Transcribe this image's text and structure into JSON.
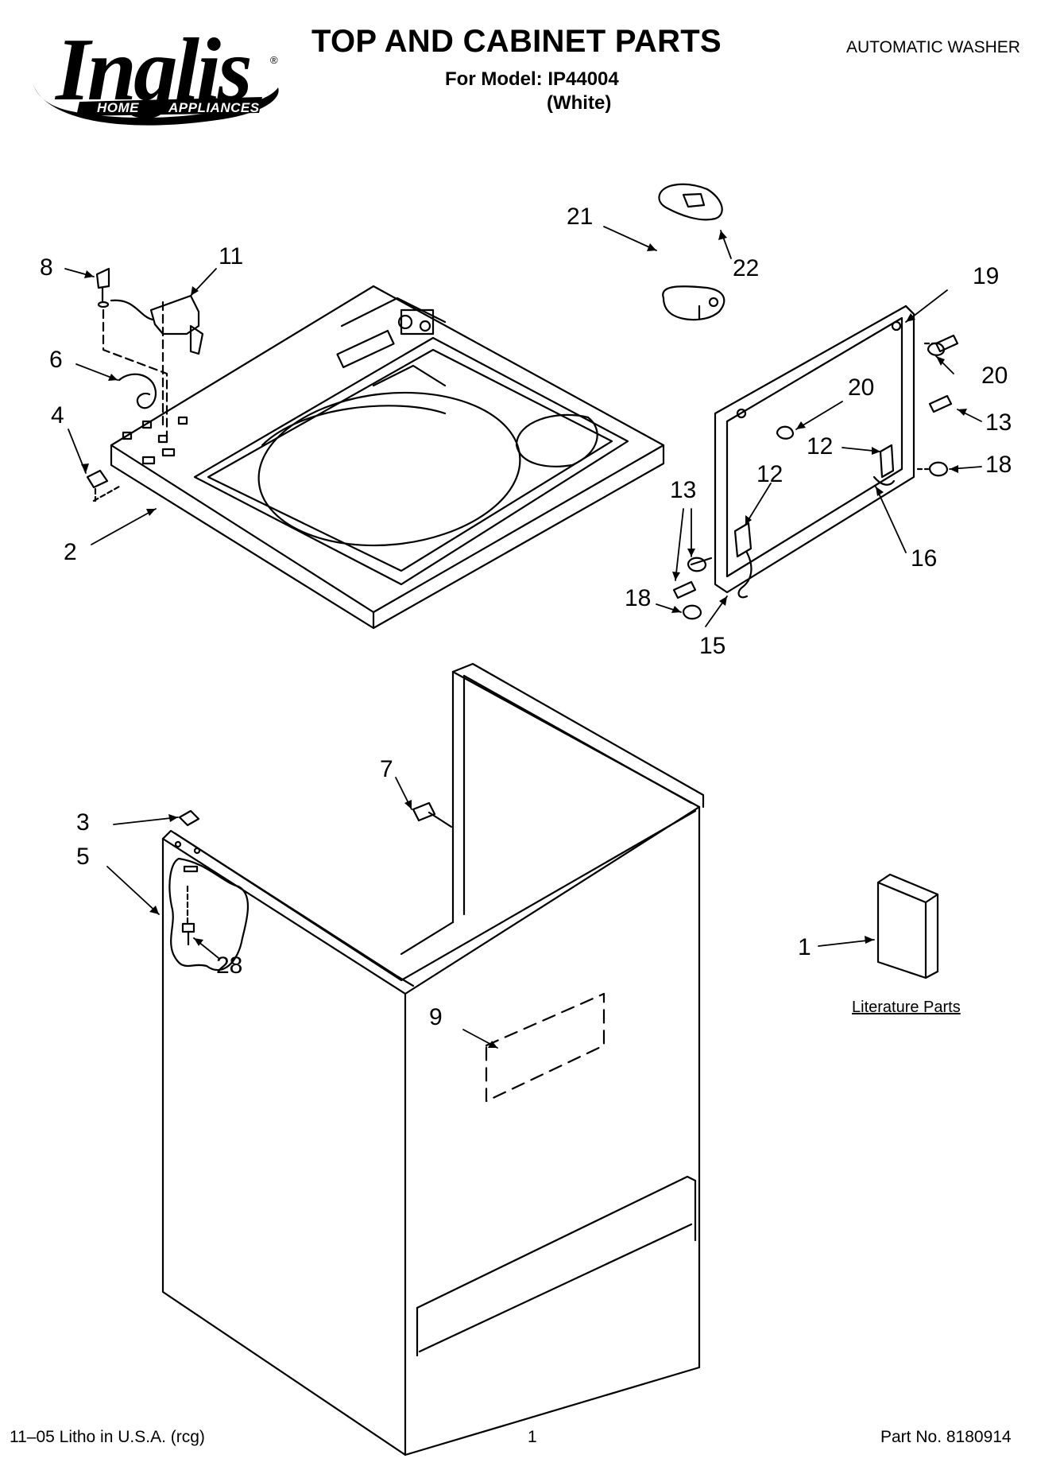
{
  "header": {
    "brand": "Inglis",
    "brand_mark": "®",
    "brand_home": "HOME",
    "brand_appliances": "APPLIANCES",
    "title": "TOP AND CABINET PARTS",
    "model_line": "For Model: IP44004",
    "color_line": "(White)",
    "product_type": "AUTOMATIC WASHER"
  },
  "callouts": [
    {
      "id": "c8",
      "text": "8"
    },
    {
      "id": "c11",
      "text": "11"
    },
    {
      "id": "c6",
      "text": "6"
    },
    {
      "id": "c4",
      "text": "4"
    },
    {
      "id": "c2",
      "text": "2"
    },
    {
      "id": "c21",
      "text": "21"
    },
    {
      "id": "c22",
      "text": "22"
    },
    {
      "id": "c19",
      "text": "19"
    },
    {
      "id": "c20a",
      "text": "20"
    },
    {
      "id": "c20b",
      "text": "20"
    },
    {
      "id": "c13a",
      "text": "13"
    },
    {
      "id": "c12a",
      "text": "12"
    },
    {
      "id": "c18a",
      "text": "18"
    },
    {
      "id": "c12b",
      "text": "12"
    },
    {
      "id": "c13b",
      "text": "13"
    },
    {
      "id": "c16",
      "text": "16"
    },
    {
      "id": "c18b",
      "text": "18"
    },
    {
      "id": "c15",
      "text": "15"
    },
    {
      "id": "c7",
      "text": "7"
    },
    {
      "id": "c3",
      "text": "3"
    },
    {
      "id": "c5",
      "text": "5"
    },
    {
      "id": "c28",
      "text": "28"
    },
    {
      "id": "c9",
      "text": "9"
    },
    {
      "id": "c1",
      "text": "1"
    }
  ],
  "literature_label": "Literature Parts",
  "footer": {
    "left": "11–05 Litho in U.S.A. (rcg)",
    "page": "1",
    "part_no": "Part No. 8180914"
  }
}
